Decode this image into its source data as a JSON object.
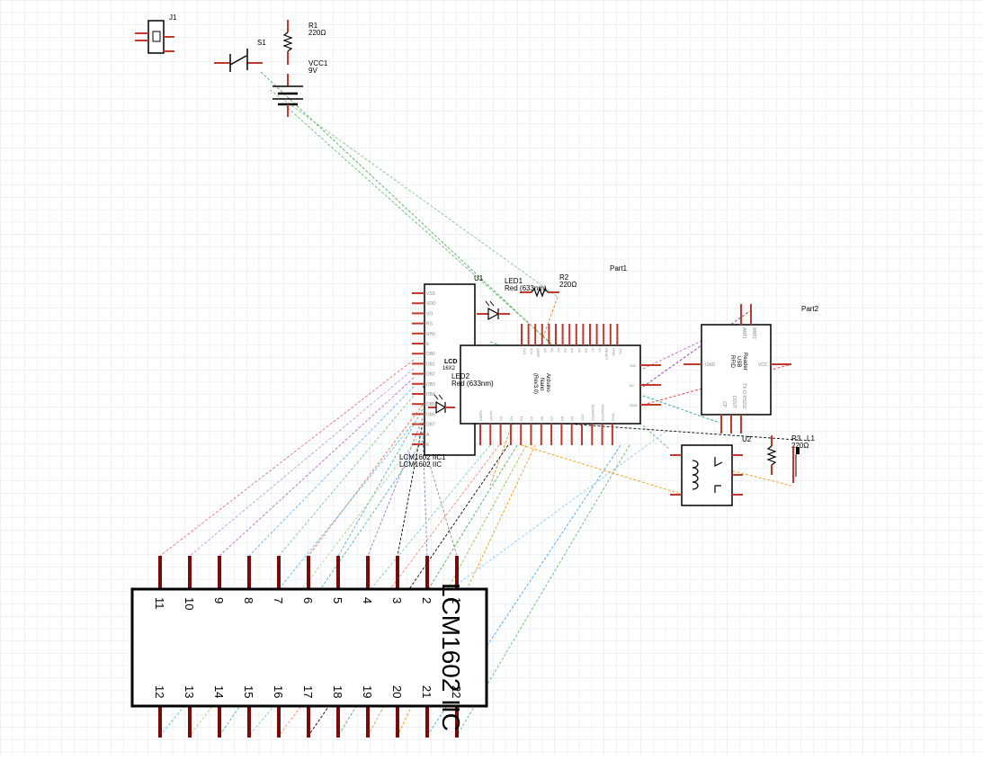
{
  "labels": {
    "j1": "J1",
    "s1": "S1",
    "r1_ref": "R1",
    "r1_val": "220Ω",
    "vcc1_ref": "VCC1",
    "vcc1_val": "9V",
    "u1": "U1",
    "led1_ref": "LED1",
    "led1_val": "Red (633nm)",
    "r2_ref": "R2",
    "r2_val": "220Ω",
    "part1": "Part1",
    "part2": "Part2",
    "lcd_title": "LCD",
    "lcd_sub": "16X2",
    "led2_ref": "LED2",
    "led2_val": "Red (633nm)",
    "lcm_iic1": "LCM1602 IIC1",
    "lcm_iic_small": "LCM1602 IIC",
    "arduino_l1": "Arduino",
    "arduino_l2": "Nano",
    "arduino_l3": "(Rev3.0)",
    "rfid_l1": "RFID",
    "rfid_l2": "USB",
    "rfid_l3": "Reader",
    "u2": "U2",
    "r3_ref": "R3",
    "r3_val": "220Ω",
    "l1": "L1",
    "big_lcm": "LCM1602 IIC"
  },
  "lcd_pins": [
    "VSS",
    "VDD",
    "VO",
    "RS",
    "R/W",
    "E",
    "DB0",
    "DB1",
    "DB2",
    "DB3",
    "DB4",
    "DB5",
    "DB6",
    "DB7",
    "A",
    "K"
  ],
  "nano_top_pins": [
    "D13",
    "3V3",
    "AREF",
    "A0",
    "A1",
    "A2",
    "A3",
    "A4",
    "A5",
    "A6",
    "A7",
    "5V",
    "RESET",
    "GND",
    "VIN"
  ],
  "nano_right_pins": [
    "VIN",
    "5V",
    "GND"
  ],
  "nano_bottom_pins": [
    "D0/RX",
    "D1/TX",
    "D2",
    "D3",
    "D4",
    "D5",
    "D6",
    "D7",
    "D8",
    "D9",
    "D10",
    "D11/MOSI",
    "D12/MISO",
    "GND"
  ],
  "rfid_pins": {
    "left": "GND",
    "right": "VCC",
    "top": [
      "ANT1",
      "ANT2"
    ],
    "bottom": [
      "CP",
      "DOUT",
      "TX-O RS232"
    ]
  },
  "big_top_numbers": [
    "11",
    "10",
    "9",
    "8",
    "7",
    "6",
    "5",
    "4",
    "3",
    "2",
    "1"
  ],
  "big_bottom_numbers": [
    "12",
    "13",
    "14",
    "15",
    "16",
    "17",
    "18",
    "19",
    "20",
    "21",
    "22"
  ],
  "colors": {
    "grid": "#dde6ef",
    "wire": "#000000",
    "pin": "#c0392b",
    "big_pin": "#7a0a0a",
    "pin_label": "#888888"
  }
}
